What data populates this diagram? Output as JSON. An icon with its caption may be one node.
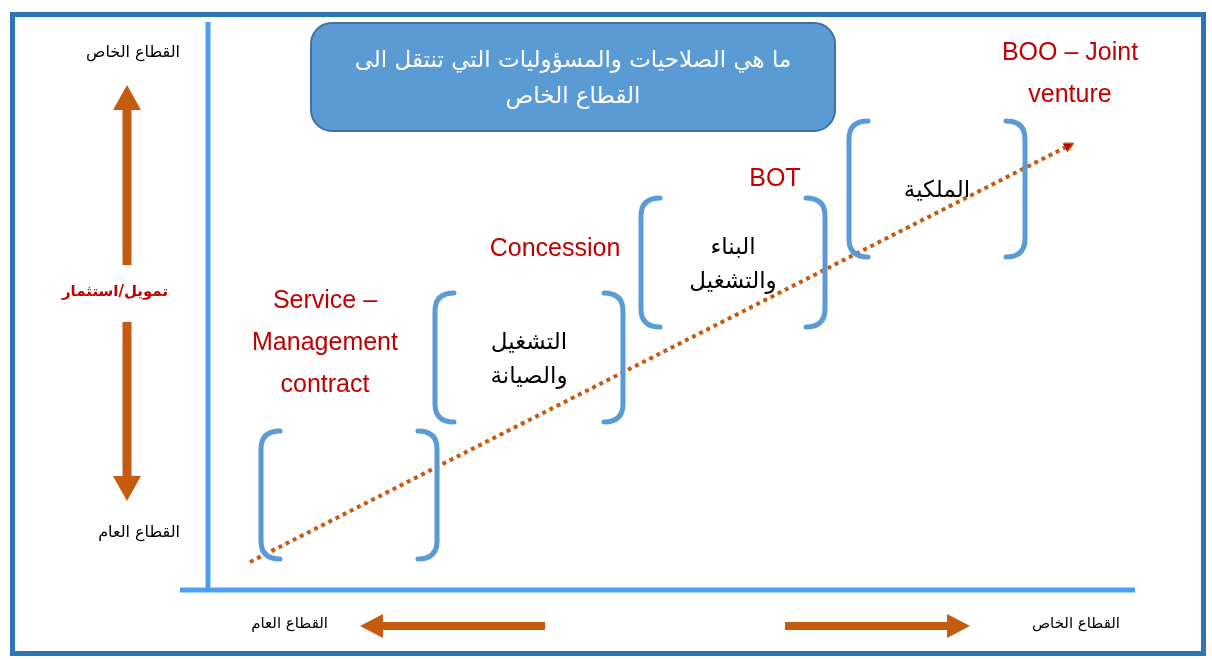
{
  "diagram": {
    "nodes": [
      {
        "text": [
          "ما هي الصلاحيات والمسؤوليات التي تنتقل الى القطاع الخاص"
        ]
      },
      {
        "text": [],
        "shape": "bracket",
        "beside": [
          "Service – Management contract"
        ]
      },
      {
        "text": [
          "التشغيل والصيانة"
        ],
        "beside": [
          "Concession"
        ]
      },
      {
        "text": [
          "البناء والتشغيل"
        ],
        "beside": [
          "BOT"
        ]
      },
      {
        "text": [
          "الملكية"
        ],
        "beside": [
          "BOO – Joint venture"
        ]
      }
    ],
    "labels": [
      "القطاع الخاص",
      "تمويل/استثمار",
      "القطاع العام",
      "القطاع العام",
      "القطاع الخاص"
    ]
  }
}
